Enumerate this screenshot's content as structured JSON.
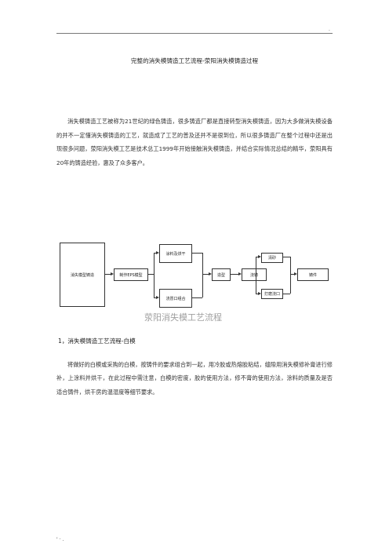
{
  "header": {
    "mark": "."
  },
  "title": "完整的消失模铸造工艺流程-荥阳消失模铸造过程",
  "intro_paragraph": "消失模铸造工艺被称为21世纪的绿色铸造，很多铸造厂都是直接转型消失模铸造，因为大多做消失模设备的并不一定懂消失模铸造的工艺，就造成了工艺的普及还并不是很到位，所以很多铸造厂在整个过程中还是出现很多问题，荥阳消失模工艺是技术总工1999年开始接触消失模铸造，并结合实际情况总结的精华，荥阳具有20年的铸造经验，惠及了众多客户。",
  "diagram": {
    "nodes": {
      "start": "消失模型铸造",
      "eps": "制作EPS模型",
      "coat": "涂料及烘干",
      "gate": "浇冒口组合",
      "molding": "造型",
      "pouring": "浇铸",
      "cleaning": "清砂",
      "grinding": "打磨浇口",
      "casting": "铸件"
    },
    "caption": "荥阳消失模工艺流程"
  },
  "section1": {
    "heading": "1，消失模铸造工艺流程-白模",
    "paragraph": "将做好的白模或采购的白模，按铸件的要求组合到一起，用冷胶或热熔胶粘结，缝隙用消失模修补膏进行修补，上涂料并烘干，在此过程中需注意，白模的密度，胶的使用方法，修不膏的使用方法，涂料的质量及是否适合铸件，烘干房的温湿度等细节要求。"
  },
  "footer": {
    "mark": "' · ."
  }
}
